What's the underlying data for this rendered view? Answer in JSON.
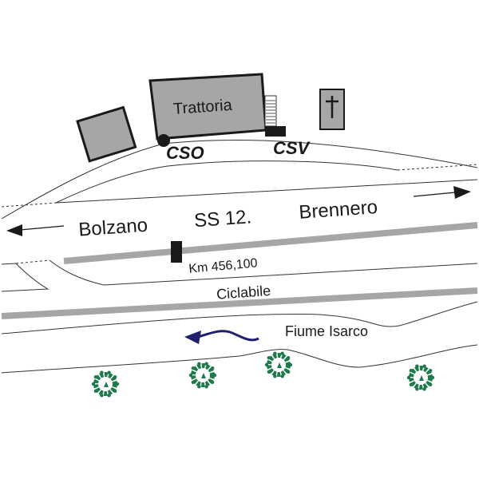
{
  "map": {
    "buildings": {
      "trattoria": "Trattoria",
      "church_symbol": "†"
    },
    "points": {
      "cso": "CSO",
      "csv": "CSV"
    },
    "road": {
      "name": "SS 12.",
      "west_destination": "Bolzano",
      "east_destination": "Brennero",
      "km_marker": "Km 456,100"
    },
    "bike_path": "Ciclabile",
    "river": {
      "name": "Fiume Isarco",
      "flow_direction": "west"
    },
    "colors": {
      "building_fill": "#a6a6a6",
      "river_arrow": "#1f1f6e",
      "trees": "#1e7a4a",
      "gray_lines": "#a6a6a6"
    },
    "trees_count": 4
  }
}
